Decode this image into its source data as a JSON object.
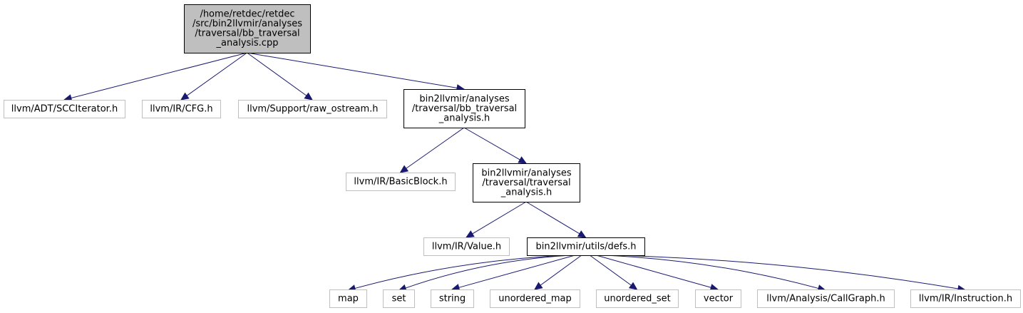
{
  "graph": {
    "nodes": [
      {
        "id": "root",
        "kind": "root",
        "lines": [
          "/home/retdec/retdec",
          "/src/bin2llvmir/analyses",
          "/traversal/bb_traversal",
          "_analysis.cpp"
        ]
      },
      {
        "id": "scc",
        "kind": "external",
        "lines": [
          "llvm/ADT/SCCIterator.h"
        ]
      },
      {
        "id": "cfg",
        "kind": "external",
        "lines": [
          "llvm/IR/CFG.h"
        ]
      },
      {
        "id": "raw",
        "kind": "external",
        "lines": [
          "llvm/Support/raw_ostream.h"
        ]
      },
      {
        "id": "bbt",
        "kind": "internal",
        "lines": [
          "bin2llvmir/analyses",
          "/traversal/bb_traversal",
          "_analysis.h"
        ]
      },
      {
        "id": "bb",
        "kind": "external",
        "lines": [
          "llvm/IR/BasicBlock.h"
        ]
      },
      {
        "id": "trav",
        "kind": "internal",
        "lines": [
          "bin2llvmir/analyses",
          "/traversal/traversal",
          "_analysis.h"
        ]
      },
      {
        "id": "value",
        "kind": "external",
        "lines": [
          "llvm/IR/Value.h"
        ]
      },
      {
        "id": "defs",
        "kind": "internal",
        "lines": [
          "bin2llvmir/utils/defs.h"
        ]
      },
      {
        "id": "map",
        "kind": "external",
        "lines": [
          "map"
        ]
      },
      {
        "id": "set",
        "kind": "external",
        "lines": [
          "set"
        ]
      },
      {
        "id": "string",
        "kind": "external",
        "lines": [
          "string"
        ]
      },
      {
        "id": "umap",
        "kind": "external",
        "lines": [
          "unordered_map"
        ]
      },
      {
        "id": "uset",
        "kind": "external",
        "lines": [
          "unordered_set"
        ]
      },
      {
        "id": "vector",
        "kind": "external",
        "lines": [
          "vector"
        ]
      },
      {
        "id": "callgraph",
        "kind": "external",
        "lines": [
          "llvm/Analysis/CallGraph.h"
        ]
      },
      {
        "id": "instr",
        "kind": "external",
        "lines": [
          "llvm/IR/Instruction.h"
        ]
      }
    ],
    "edges": [
      [
        "root",
        "scc"
      ],
      [
        "root",
        "cfg"
      ],
      [
        "root",
        "raw"
      ],
      [
        "root",
        "bbt"
      ],
      [
        "bbt",
        "bb"
      ],
      [
        "bbt",
        "trav"
      ],
      [
        "trav",
        "value"
      ],
      [
        "trav",
        "defs"
      ],
      [
        "defs",
        "map"
      ],
      [
        "defs",
        "set"
      ],
      [
        "defs",
        "string"
      ],
      [
        "defs",
        "umap"
      ],
      [
        "defs",
        "uset"
      ],
      [
        "defs",
        "vector"
      ],
      [
        "defs",
        "callgraph"
      ],
      [
        "defs",
        "instr"
      ]
    ],
    "colors": {
      "edge": "#191970",
      "root_fill": "#bfbfbf",
      "external_border": "#bfbfbf",
      "internal_border": "#000000"
    }
  }
}
